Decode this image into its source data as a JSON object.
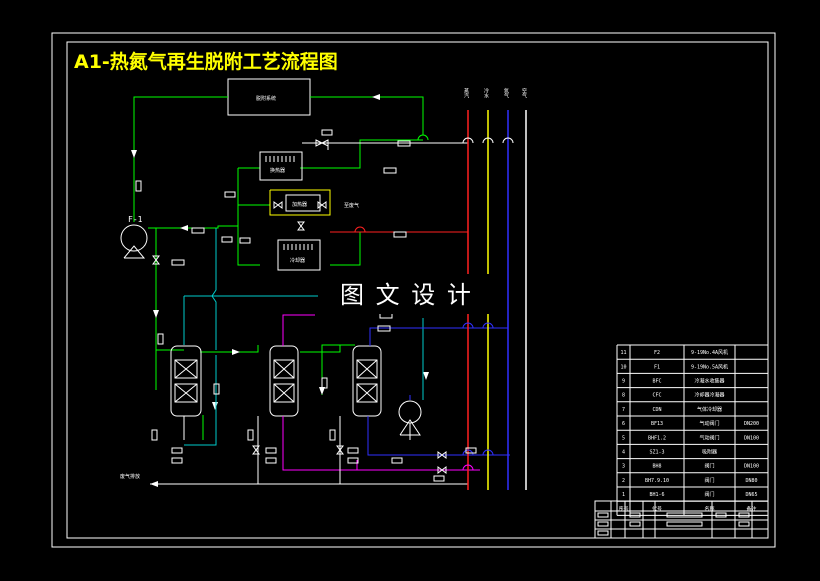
{
  "title": "A1-热氮气再生脱附工艺流程图",
  "watermark": "图 文 设 计",
  "pump_label": "F-1",
  "box_top_label": "脱附系统",
  "hx_labels": [
    "换热器",
    "加热器",
    "冷却器"
  ],
  "out_label": "至废气",
  "exhaust_label": "废气排放",
  "pipe_headers": [
    "蒸汽",
    "冷水",
    "氮气",
    "空气"
  ],
  "bom_rows": [
    {
      "no": "11",
      "code": "F2",
      "name": "9-19No.4A风机",
      "note": ""
    },
    {
      "no": "10",
      "code": "F1",
      "name": "9-19No.5A风机",
      "note": ""
    },
    {
      "no": "9",
      "code": "BFC",
      "name": "冷凝水收集器",
      "note": ""
    },
    {
      "no": "8",
      "code": "CFC",
      "name": "冷却器冷凝器",
      "note": ""
    },
    {
      "no": "7",
      "code": "CDN",
      "name": "气体冷却器",
      "note": ""
    },
    {
      "no": "6",
      "code": "BF13",
      "name": "气动阀门",
      "note": "DN200"
    },
    {
      "no": "5",
      "code": "BHF1.2",
      "name": "气动阀门",
      "note": "DN100"
    },
    {
      "no": "4",
      "code": "SZ1-3",
      "name": "吸附器",
      "note": ""
    },
    {
      "no": "3",
      "code": "BH8",
      "name": "阀门",
      "note": "DN100"
    },
    {
      "no": "2",
      "code": "BH7.9.10",
      "name": "阀门",
      "note": "DN80"
    },
    {
      "no": "1",
      "code": "BH1-6",
      "name": "阀门",
      "note": "DN65"
    }
  ],
  "bom_header": {
    "no": "序号",
    "code": "代号",
    "name": "名称",
    "note": "备注"
  },
  "colors": {
    "background": "#000000",
    "frame": "#ffffff",
    "title": "#ffff00",
    "green": "#00ff00",
    "cyan": "#00cccc",
    "red": "#ff2020",
    "blue": "#3030ff",
    "magenta": "#ff00ff",
    "yellow": "#ffff00"
  }
}
